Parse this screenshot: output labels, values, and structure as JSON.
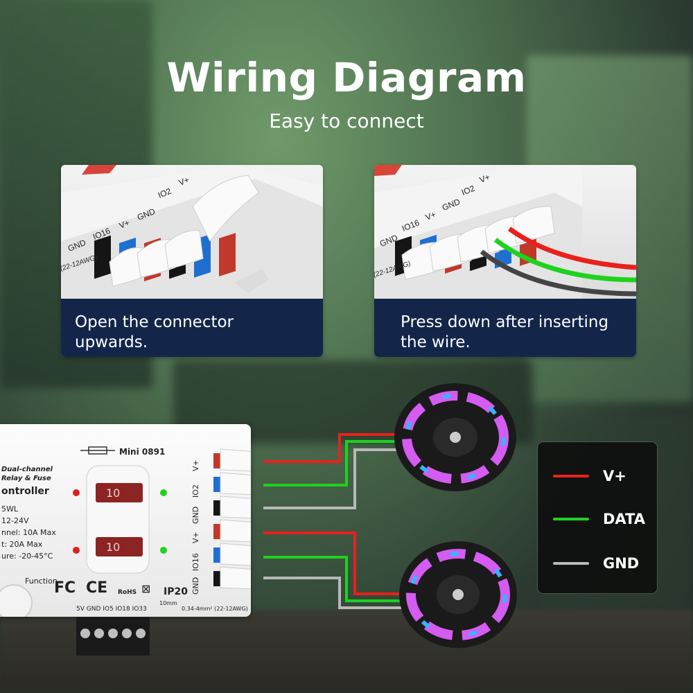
{
  "header": {
    "title": "Wiring Diagram",
    "subtitle": "Easy to connect"
  },
  "steps": [
    {
      "caption": "Open the connector upwards.",
      "terminal_labels": [
        "GND",
        "IO16",
        "V+",
        "GND",
        "IO2",
        "V+"
      ],
      "awg_label": "(22-12AWG)"
    },
    {
      "caption": "Press down after inserting the wire.",
      "terminal_labels": [
        "GND",
        "IO16",
        "V+",
        "GND",
        "IO2",
        "V+"
      ],
      "awg_label": "(22-12AWG)"
    }
  ],
  "controller": {
    "fuse_label": "Mini 0891",
    "feature_line1": "Dual-channel",
    "feature_line2": "Relay & Fuse",
    "name": "ontroller",
    "spec_model": "5WL",
    "spec_voltage": "12-24V",
    "spec_channel": "nnel: 10A Max",
    "spec_total": "t: 20A Max",
    "spec_temp": "ure: -20-45°C",
    "fuse_value": "10",
    "function_label": "Function",
    "ip_rating": "IP20",
    "cert_fc": "FC",
    "cert_ce": "CE",
    "cert_rohs": "RoHS",
    "bottom_pins": "5V  GND IO5  IO18  IO33",
    "strip_length": "10mm",
    "wire_spec": "0.34-4mm² (22-12AWG)",
    "output_labels": [
      "V+",
      "IO2",
      "GND",
      "V+",
      "IO16",
      "GND"
    ]
  },
  "legend": {
    "items": [
      {
        "label": "V+",
        "color": "#e8211c"
      },
      {
        "label": "DATA",
        "color": "#1ed21e"
      },
      {
        "label": "GND",
        "color": "#b9b9b9"
      }
    ]
  },
  "colors": {
    "caption_bg": "#13264a",
    "terminal_red": "#c0392b",
    "terminal_blue": "#1f6fd1"
  }
}
